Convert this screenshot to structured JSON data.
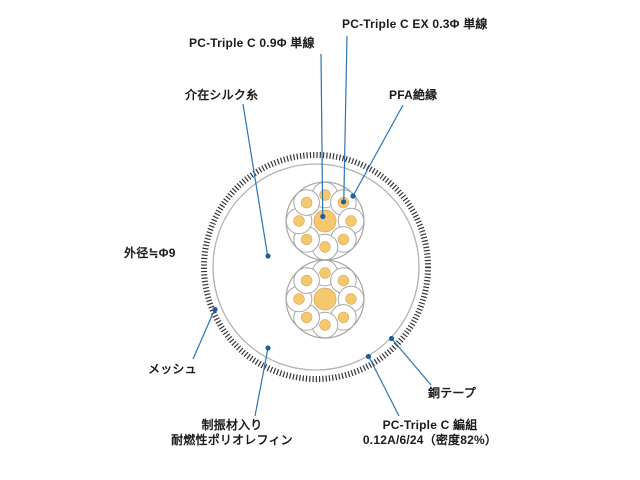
{
  "diagram": {
    "type": "cable-cross-section",
    "labels": {
      "ex_wire": "PC-Triple C EX 0.3Φ 単線",
      "core_wire": "PC-Triple C 0.9Φ 単線",
      "silk_filler": "介在シルク糸",
      "pfa_insulation": "PFA絶縁",
      "outer_diameter": "外径≒Φ9",
      "mesh": "メッシュ",
      "damping_line1": "制振材入り",
      "damping_line2": "耐燃性ポリオレフィン",
      "copper_tape": "銅テープ",
      "braid_line1": "PC-Triple C 編組",
      "braid_line2": "0.12A/6/24（密度82%）"
    },
    "colors": {
      "leader_line": "#2e74b5",
      "leader_dot": "#1f5fa0",
      "conductor_copper": "#f4c86e",
      "conductor_edge": "#d8a85c",
      "circle_outline": "#a6a6a6",
      "mesh_ring": "#333333",
      "text": "#1b1b1b",
      "background": "#ffffff"
    }
  }
}
